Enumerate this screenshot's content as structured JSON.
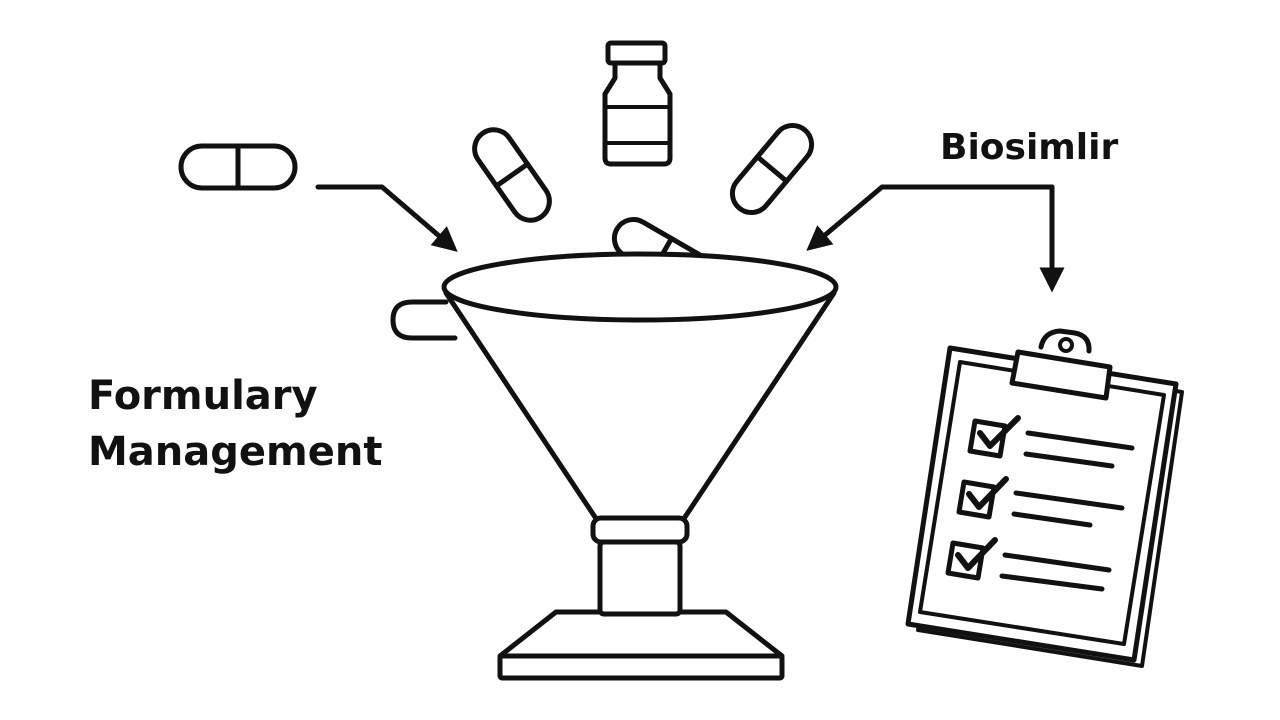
{
  "labels": {
    "formulary_line1": "Formulary",
    "formulary_line2": "Management",
    "biosimilar": "Biosimlir"
  },
  "icons": [
    "capsule-icon",
    "vial-icon",
    "funnel-icon",
    "clipboard-checklist-icon",
    "arrow-icon",
    "checkbox-checked-icon"
  ],
  "colors": {
    "stroke": "#111111",
    "background": "#ffffff"
  }
}
